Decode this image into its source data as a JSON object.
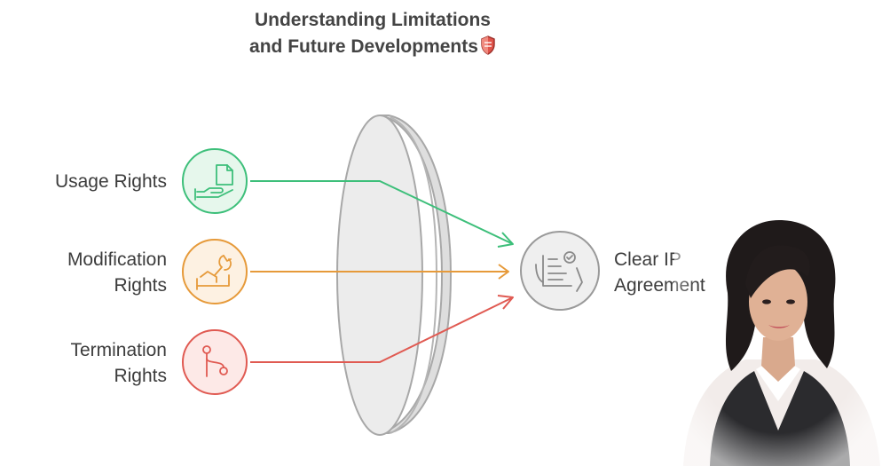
{
  "title": {
    "line1": "Understanding Limitations",
    "line2": "and Future Developments"
  },
  "inputs": [
    {
      "lines": [
        "Usage Rights"
      ],
      "icon": "hand-document-icon",
      "color": "#3dbf7a",
      "fill": "#e6f7ec"
    },
    {
      "lines": [
        "Modification",
        "Rights"
      ],
      "icon": "hand-wrench-icon",
      "color": "#e69a3a",
      "fill": "#fdf1e2"
    },
    {
      "lines": [
        "Termination",
        "Rights"
      ],
      "icon": "branch-icon",
      "color": "#e05a52",
      "fill": "#fde9e7"
    }
  ],
  "output": {
    "lines": [
      "Clear IP",
      "Agreement"
    ],
    "icon": "checklist-hand-icon",
    "color": "#9a9a9a",
    "fill": "#efefef"
  },
  "lens": {
    "fill": "#ececec",
    "stroke": "#a8a8a8"
  }
}
